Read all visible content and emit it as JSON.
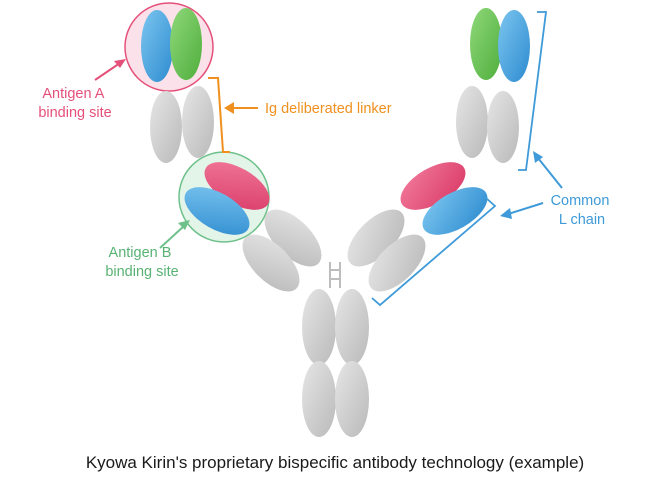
{
  "labels": {
    "antigen_a": [
      "Antigen A",
      "binding site"
    ],
    "antigen_b": [
      "Antigen B",
      "binding site"
    ],
    "linker": "Ig deliberated linker",
    "common_l": [
      "Common",
      "L chain"
    ]
  },
  "caption": "Kyowa Kirin's proprietary bispecific antibody technology (example)",
  "colors": {
    "gray": "#cfcfcf",
    "blue": "#4aa6de",
    "green": "#6dc457",
    "pink": "#e9557f",
    "antigen_a_accent": "#e5507a",
    "antigen_b_accent": "#6fc18b",
    "linker_accent": "#f0901e",
    "common_l_accent": "#3e9ad8"
  }
}
